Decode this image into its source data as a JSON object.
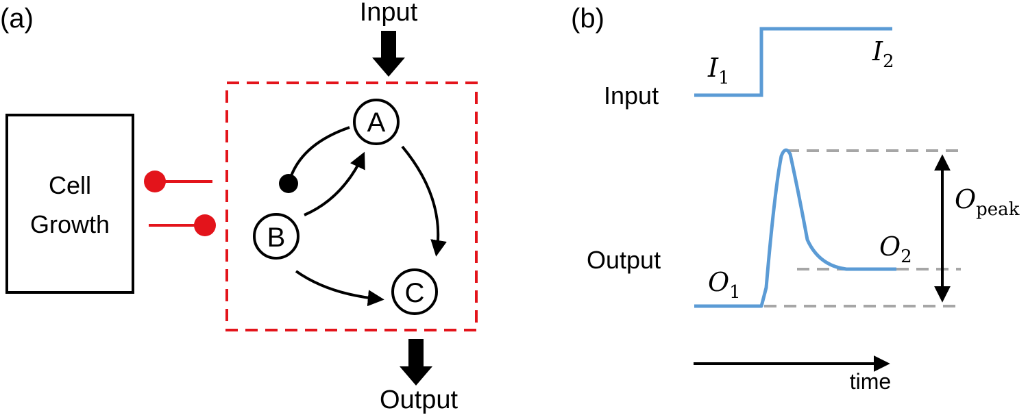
{
  "panel_a": {
    "label": "(a)",
    "input_label": "Input",
    "output_label": "Output",
    "cell_growth": {
      "line1": "Cell",
      "line2": "Growth"
    },
    "nodes": {
      "a": "A",
      "b": "B",
      "c": "C"
    }
  },
  "panel_b": {
    "label": "(b)",
    "input_label": "Input",
    "output_label": "Output",
    "time_label": "time",
    "i1": {
      "base": "I",
      "sub": "1"
    },
    "i2": {
      "base": "I",
      "sub": "2"
    },
    "o1": {
      "base": "O",
      "sub": "1"
    },
    "o2": {
      "base": "O",
      "sub": "2"
    },
    "opeak": {
      "base": "O",
      "sub": "peak"
    }
  },
  "colors": {
    "red": "#e3141b",
    "blue": "#5b9bd5",
    "gray": "#a6a6a6",
    "black": "#000000"
  }
}
